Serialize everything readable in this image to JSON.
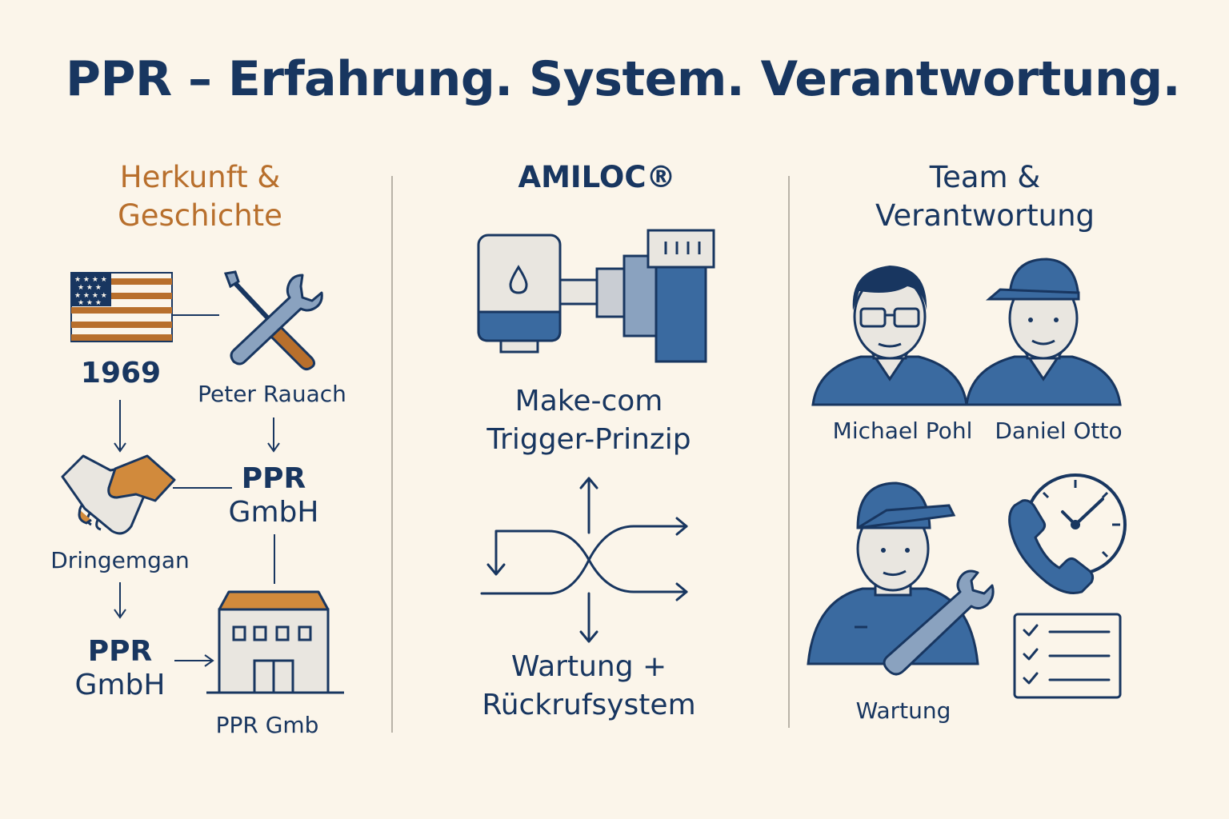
{
  "title": "PPR – Erfahrung. System. Verantwortung.",
  "columns": {
    "left": {
      "heading_line1": "Herkunft &",
      "heading_line2": "Geschichte",
      "year": "1969",
      "founder": "Peter Rauach",
      "ppr_right_line1": "PPR",
      "ppr_right_line2": "GmbH",
      "handshake_label": "Dringemgan",
      "ppr_left_line1": "PPR",
      "ppr_left_line2": "GmbH",
      "building_label": "PPR Gmb"
    },
    "middle": {
      "heading": "AMILOC®",
      "principle_line1": "Make-com",
      "principle_line2": "Trigger-Prinzip",
      "system_line1": "Wartung +",
      "system_line2": "Rückrufsystem"
    },
    "right": {
      "heading_line1": "Team &",
      "heading_line2": "Verantwortung",
      "person1": "Michael Pohl",
      "person2": "Daniel Otto",
      "maintenance_label": "Wartung"
    }
  },
  "colors": {
    "navy": "#183660",
    "blue": "#3a6aa0",
    "orange": "#b86f2c",
    "background": "#fbf5ea",
    "light_gray": "#e9e6e0"
  }
}
